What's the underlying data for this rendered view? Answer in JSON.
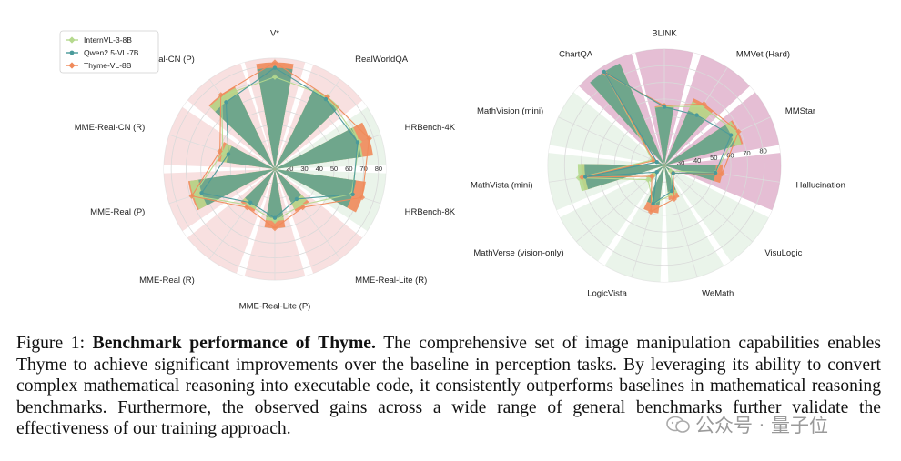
{
  "caption": {
    "figure_label": "Figure 1:",
    "title": "Benchmark performance of Thyme.",
    "body": "The comprehensive set of image manipulation capabilities enables Thyme to achieve significant improvements over the baseline in perception tasks. By leveraging its ability to convert complex mathematical reasoning into executable code, it consistently outperforms baselines in mathematical reasoning benchmarks. Furthermore, the observed gains across a wide range of general benchmarks further validate the effectiveness of our training approach."
  },
  "watermark": "公众号 · 量子位",
  "colors": {
    "internvl": "#b5d98e",
    "qwen": "#4a9a9a",
    "thyme": "#f08a5a",
    "qwen_bar": "#6aa38c",
    "bg_pink": "#f5d5d5",
    "bg_green": "#e3f0e3",
    "bg_purple": "#dca8c6"
  },
  "chart_data": [
    {
      "type": "radar",
      "legend_position": "top-left",
      "series": [
        {
          "name": "InternVL-3-8B",
          "marker": "diamond"
        },
        {
          "name": "Qwen2.5-VL-7B",
          "marker": "star"
        },
        {
          "name": "Thyme-VL-8B",
          "marker": "diamond"
        }
      ],
      "radial_ticks": [
        20,
        30,
        40,
        50,
        60,
        70,
        80
      ],
      "axes": [
        {
          "label": "V*",
          "bg": "pink",
          "values": [
            72.3,
            78.5,
            82.2
          ]
        },
        {
          "label": "RealWorldQA",
          "bg": "pink",
          "values": [
            70.6,
            68.5,
            70.2
          ]
        },
        {
          "label": "HRBench-4K",
          "bg": "green",
          "values": [
            70.0,
            68.8,
            77.0
          ]
        },
        {
          "label": "HRBench-8K",
          "bg": "green",
          "values": [
            64.5,
            65.3,
            72.0
          ]
        },
        {
          "label": "MME-Real-Lite (R)",
          "bg": "pink",
          "values": [
            40.0,
            35.0,
            42.0
          ]
        },
        {
          "label": "MME-Real-Lite (P)",
          "bg": "pink",
          "values": [
            45.0,
            43.0,
            50.0
          ]
        },
        {
          "label": "MME-Real (R)",
          "bg": "pink",
          "values": [
            40.0,
            38.0,
            42.0
          ]
        },
        {
          "label": "MME-Real (P)",
          "bg": "pink",
          "values": [
            68.0,
            62.0,
            69.0
          ]
        },
        {
          "label": "MME-Real-CN (R)",
          "bg": "pink",
          "values": [
            47.0,
            43.0,
            49.0
          ]
        },
        {
          "label": "MME-Real-CN (P)",
          "bg": "pink",
          "values": [
            71.0,
            66.0,
            72.0
          ]
        }
      ]
    },
    {
      "type": "radar",
      "series": [
        {
          "name": "InternVL-3-8B",
          "marker": "diamond"
        },
        {
          "name": "Qwen2.5-VL-7B",
          "marker": "star"
        },
        {
          "name": "Thyme-VL-8B",
          "marker": "diamond"
        }
      ],
      "radial_ticks": [
        30,
        40,
        50,
        60,
        70,
        80
      ],
      "axes": [
        {
          "label": "BLINK",
          "bg": "purple",
          "values": [
            55.5,
            55.2,
            56.0
          ]
        },
        {
          "label": "MMVet (Hard)",
          "bg": "purple",
          "values": [
            62.0,
            56.0,
            64.0
          ]
        },
        {
          "label": "MMStar",
          "bg": "purple",
          "values": [
            68.0,
            64.0,
            69.0
          ]
        },
        {
          "label": "Hallucination",
          "bg": "purple",
          "values": [
            51.0,
            51.0,
            55.0
          ]
        },
        {
          "label": "VisuLogic",
          "bg": "green",
          "values": [
            25.0,
            27.0,
            27.0
          ]
        },
        {
          "label": "WeMath",
          "bg": "green",
          "values": [
            38.0,
            36.0,
            41.0
          ]
        },
        {
          "label": "LogicVista",
          "bg": "green",
          "values": [
            44.0,
            44.0,
            49.0
          ]
        },
        {
          "label": "MathVerse (vision-only)",
          "bg": "green",
          "values": [
            33.0,
            26.0,
            30.0
          ]
        },
        {
          "label": "MathVista (mini)",
          "bg": "green",
          "values": [
            72.0,
            68.0,
            70.0
          ]
        },
        {
          "label": "MathVision (mini)",
          "bg": "green",
          "values": [
            28.0,
            25.0,
            27.0
          ]
        },
        {
          "label": "ChartQA",
          "bg": "purple",
          "values": [
            86.0,
            87.0,
            86.0
          ]
        }
      ]
    }
  ]
}
